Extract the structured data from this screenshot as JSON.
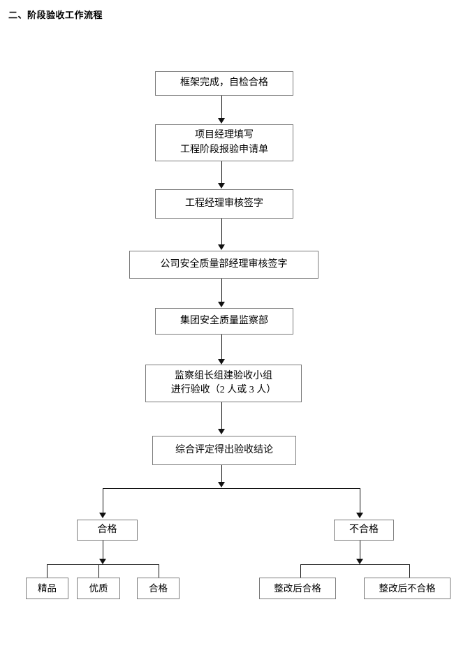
{
  "document": {
    "title": "二、阶段验收工作流程"
  },
  "flowchart": {
    "type": "flowchart",
    "orientation": "top-to-bottom",
    "nodes": [
      {
        "id": "n1",
        "label": "框架完成，自检合格"
      },
      {
        "id": "n2",
        "label": "项目经理填写\n工程阶段报验申请单"
      },
      {
        "id": "n3",
        "label": "工程经理审核签字"
      },
      {
        "id": "n4",
        "label": "公司安全质量部经理审核签字"
      },
      {
        "id": "n5",
        "label": "集团安全质量监察部"
      },
      {
        "id": "n6",
        "label": "监察组长组建验收小组\n进行验收（2 人或 3 人）"
      },
      {
        "id": "n7",
        "label": "综合评定得出验收结论"
      },
      {
        "id": "n8",
        "label": "合格"
      },
      {
        "id": "n9",
        "label": "不合格"
      },
      {
        "id": "n10",
        "label": "精品"
      },
      {
        "id": "n11",
        "label": "优质"
      },
      {
        "id": "n12",
        "label": "合格"
      },
      {
        "id": "n13",
        "label": "整改后合格"
      },
      {
        "id": "n14",
        "label": "整改后不合格"
      }
    ],
    "edges": [
      {
        "from": "n1",
        "to": "n2"
      },
      {
        "from": "n2",
        "to": "n3"
      },
      {
        "from": "n3",
        "to": "n4"
      },
      {
        "from": "n4",
        "to": "n5"
      },
      {
        "from": "n5",
        "to": "n6"
      },
      {
        "from": "n6",
        "to": "n7"
      },
      {
        "from": "n7",
        "to": "n8"
      },
      {
        "from": "n7",
        "to": "n9"
      },
      {
        "from": "n8",
        "to": "n10"
      },
      {
        "from": "n8",
        "to": "n11"
      },
      {
        "from": "n8",
        "to": "n12"
      },
      {
        "from": "n9",
        "to": "n13"
      },
      {
        "from": "n9",
        "to": "n14"
      }
    ],
    "colors": {
      "box_border": "#7a7a7a",
      "connector": "#111111",
      "box_fill": "#ffffff",
      "text": "#000000"
    }
  }
}
